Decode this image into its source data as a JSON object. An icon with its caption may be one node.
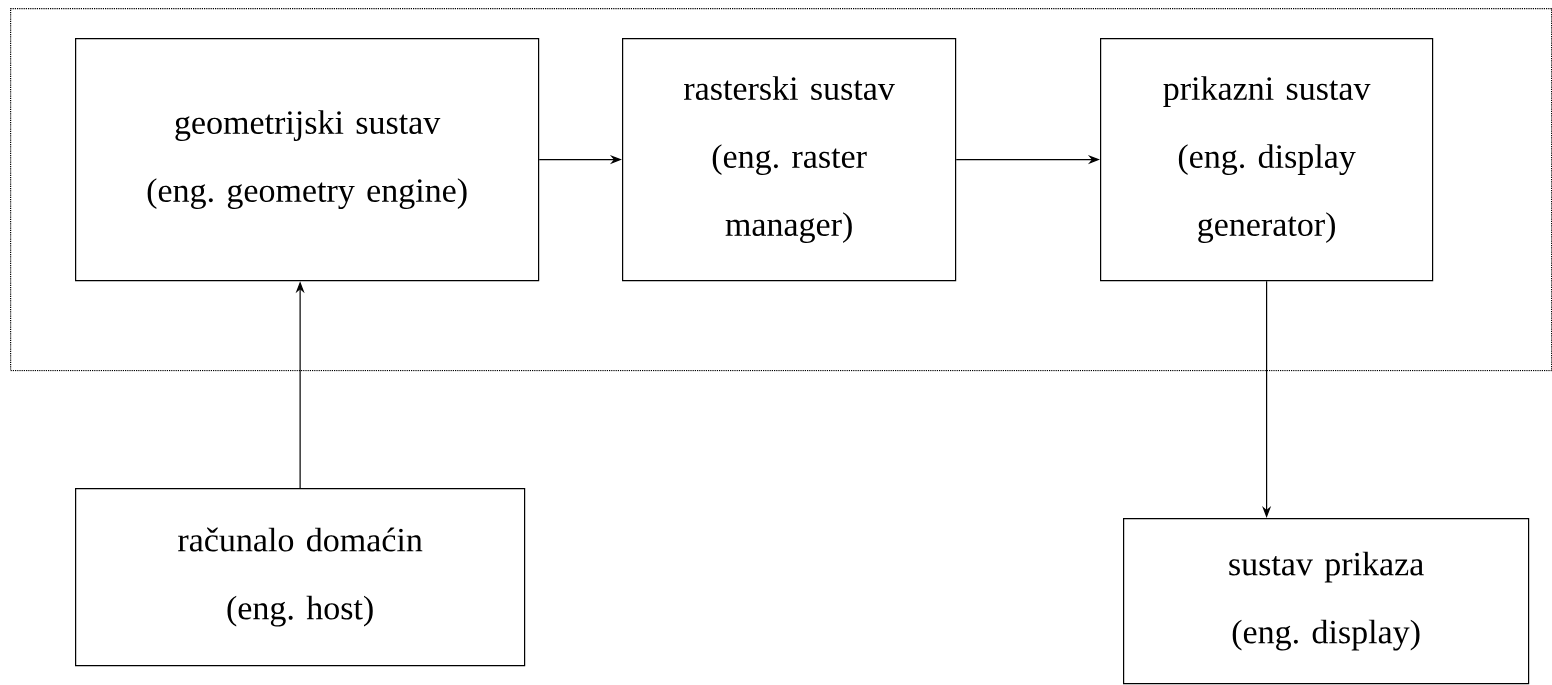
{
  "diagram": {
    "nodes": [
      {
        "text": [],
        "shape": "box"
      },
      {
        "text": [
          "geometrijski sustav",
          "(eng. geometry engine)"
        ],
        "in": 0
      },
      {
        "text": [
          "rasterski sustav",
          "(eng. raster manager)"
        ],
        "in": 0
      },
      {
        "text": [
          "prikazni sustav",
          "(eng. display generator)"
        ],
        "in": 0
      },
      {
        "text": [
          "računalo domaćin",
          "(eng. host)"
        ]
      },
      {
        "text": [
          "sustav prikaza",
          "(eng. display)"
        ]
      }
    ],
    "edges": [
      {
        "from": 1,
        "to": 2,
        "arrow": "to"
      },
      {
        "from": 2,
        "to": 3,
        "arrow": "to"
      },
      {
        "from": 4,
        "to": 1,
        "arrow": "to"
      },
      {
        "from": 3,
        "to": 5,
        "arrow": "to"
      }
    ]
  }
}
